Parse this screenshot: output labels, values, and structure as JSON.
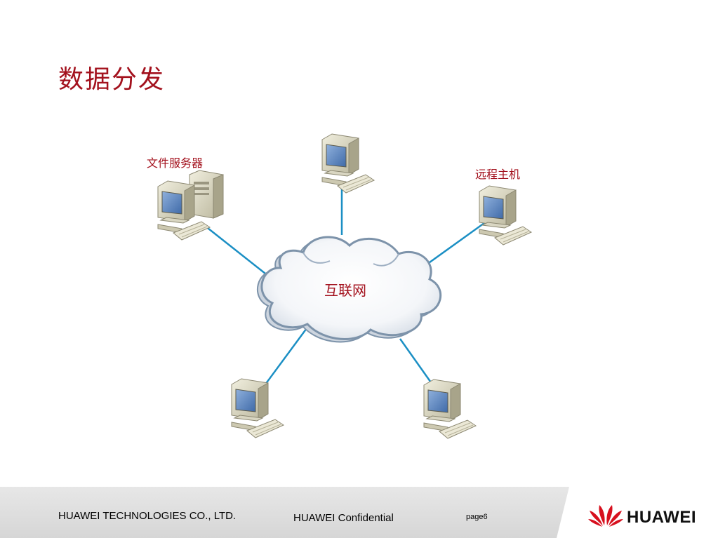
{
  "slide": {
    "title": "数据分发"
  },
  "diagram": {
    "cloud_label": "互联网",
    "nodes": [
      {
        "id": "file-server",
        "label": "文件服务器"
      },
      {
        "id": "top",
        "label": ""
      },
      {
        "id": "remote-host",
        "label": "远程主机"
      },
      {
        "id": "bottom-left",
        "label": ""
      },
      {
        "id": "bottom-right",
        "label": ""
      }
    ],
    "colors": {
      "link": "#1b8fc4",
      "label": "#a3111d",
      "cloud_outline": "#7d93aa"
    }
  },
  "footer": {
    "company": "HUAWEI TECHNOLOGIES CO., LTD.",
    "confidential": "HUAWEI Confidential",
    "page": "page6",
    "brand": "HUAWEI"
  },
  "icons": [
    "computer-icon",
    "server-icon",
    "cloud-icon",
    "huawei-logo-icon"
  ]
}
